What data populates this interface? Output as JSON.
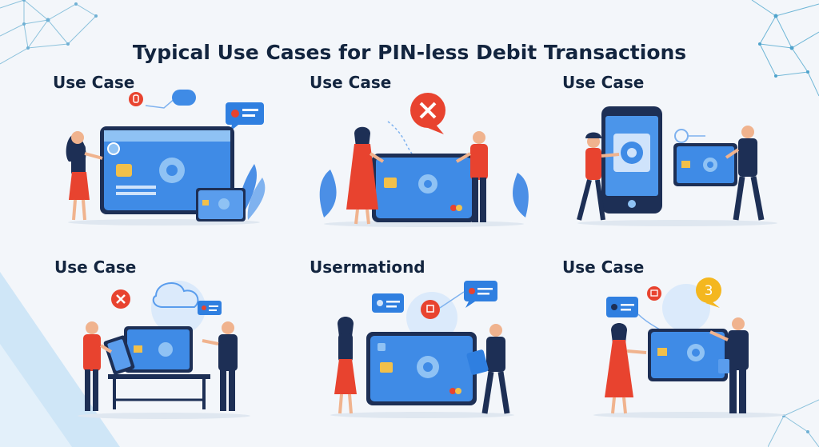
{
  "title": "Typical Use Cases for PIN-less Debit Transactions",
  "cases": [
    {
      "label": "Use Case"
    },
    {
      "label": "Use Case"
    },
    {
      "label": "Use Case"
    },
    {
      "label": "Use Case"
    },
    {
      "label": "Usermationd"
    },
    {
      "label": "Use Case"
    }
  ],
  "badge_number": "3",
  "colors": {
    "navy": "#1d2f55",
    "card_blue": "#3f8be6",
    "card_light": "#8fc2f4",
    "red": "#e8432f",
    "chip": "#f2c04a",
    "leaf": "#4b8fe6",
    "bubble": "#2f7fe0",
    "mesh": "#7fb8d8"
  }
}
